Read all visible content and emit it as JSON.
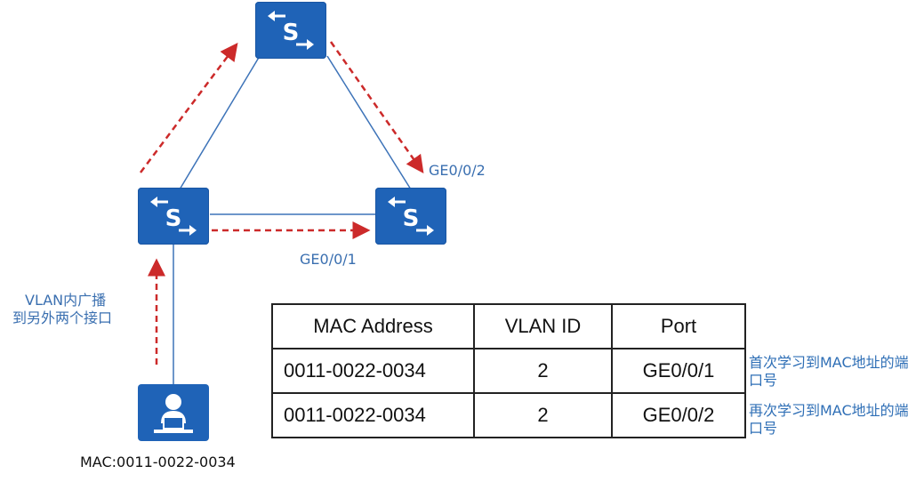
{
  "labels": {
    "top_right_port": "GE0/0/2",
    "bottom_port": "GE0/0/1",
    "broadcast_note_line1": "VLAN内广播",
    "broadcast_note_line2": "到另外两个接口",
    "host_mac": "MAC:0011-0022-0034"
  },
  "table": {
    "headers": [
      "MAC Address",
      "VLAN ID",
      "Port"
    ],
    "rows": [
      {
        "mac": "0011-0022-0034",
        "vlan": "2",
        "port": "GE0/0/1"
      },
      {
        "mac": "0011-0022-0034",
        "vlan": "2",
        "port": "GE0/0/2"
      }
    ],
    "notes": [
      "首次学习到MAC地址的端口号",
      "再次学习到MAC地址的端口号"
    ]
  },
  "colors": {
    "switch": "#1f63b7",
    "link": "#3d73b8",
    "arrow": "#cc2a2a",
    "label": "#3a6fb0"
  },
  "icons": [
    "switch-icon",
    "host-pc-icon"
  ]
}
